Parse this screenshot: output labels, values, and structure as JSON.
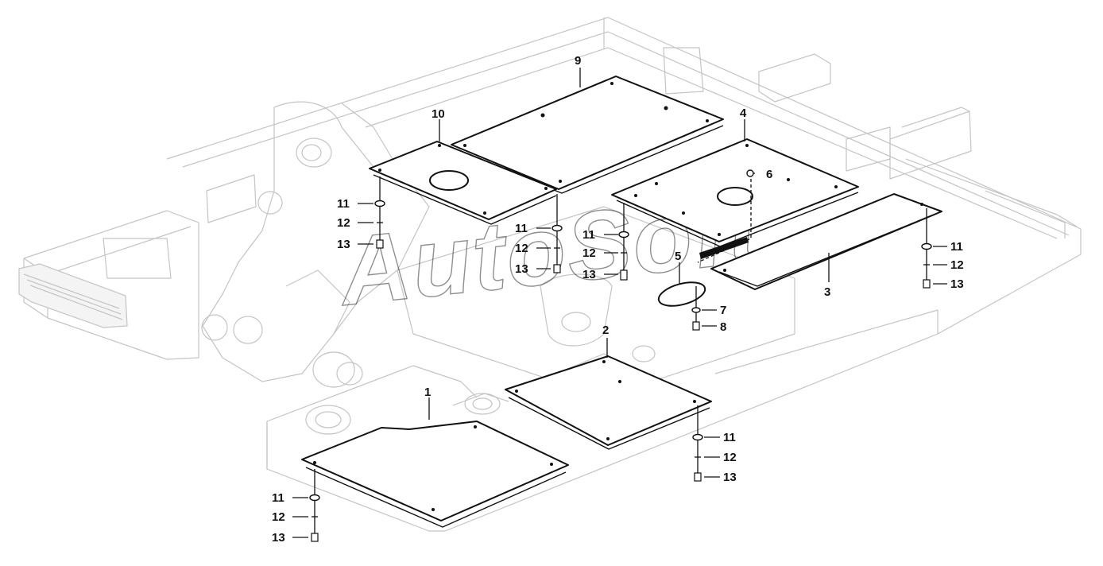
{
  "watermark": "AutoSoft",
  "callouts": {
    "c1": "1",
    "c2": "2",
    "c3": "3",
    "c4": "4",
    "c5": "5",
    "c6": "6",
    "c7": "7",
    "c8": "8",
    "c9": "9",
    "c10": "10",
    "p10_11": "11",
    "p10_12": "12",
    "p10_13": "13",
    "p10r_11": "11",
    "p10r_12": "12",
    "p4_11": "11",
    "p4_12": "12",
    "p4_13": "13",
    "p3_11": "11",
    "p3_12": "12",
    "p3_13": "13",
    "p2_11": "11",
    "p2_12": "12",
    "p2_13": "13",
    "p1_11": "11",
    "p1_12": "12",
    "p1_13": "13",
    "p10r_13": "13"
  }
}
